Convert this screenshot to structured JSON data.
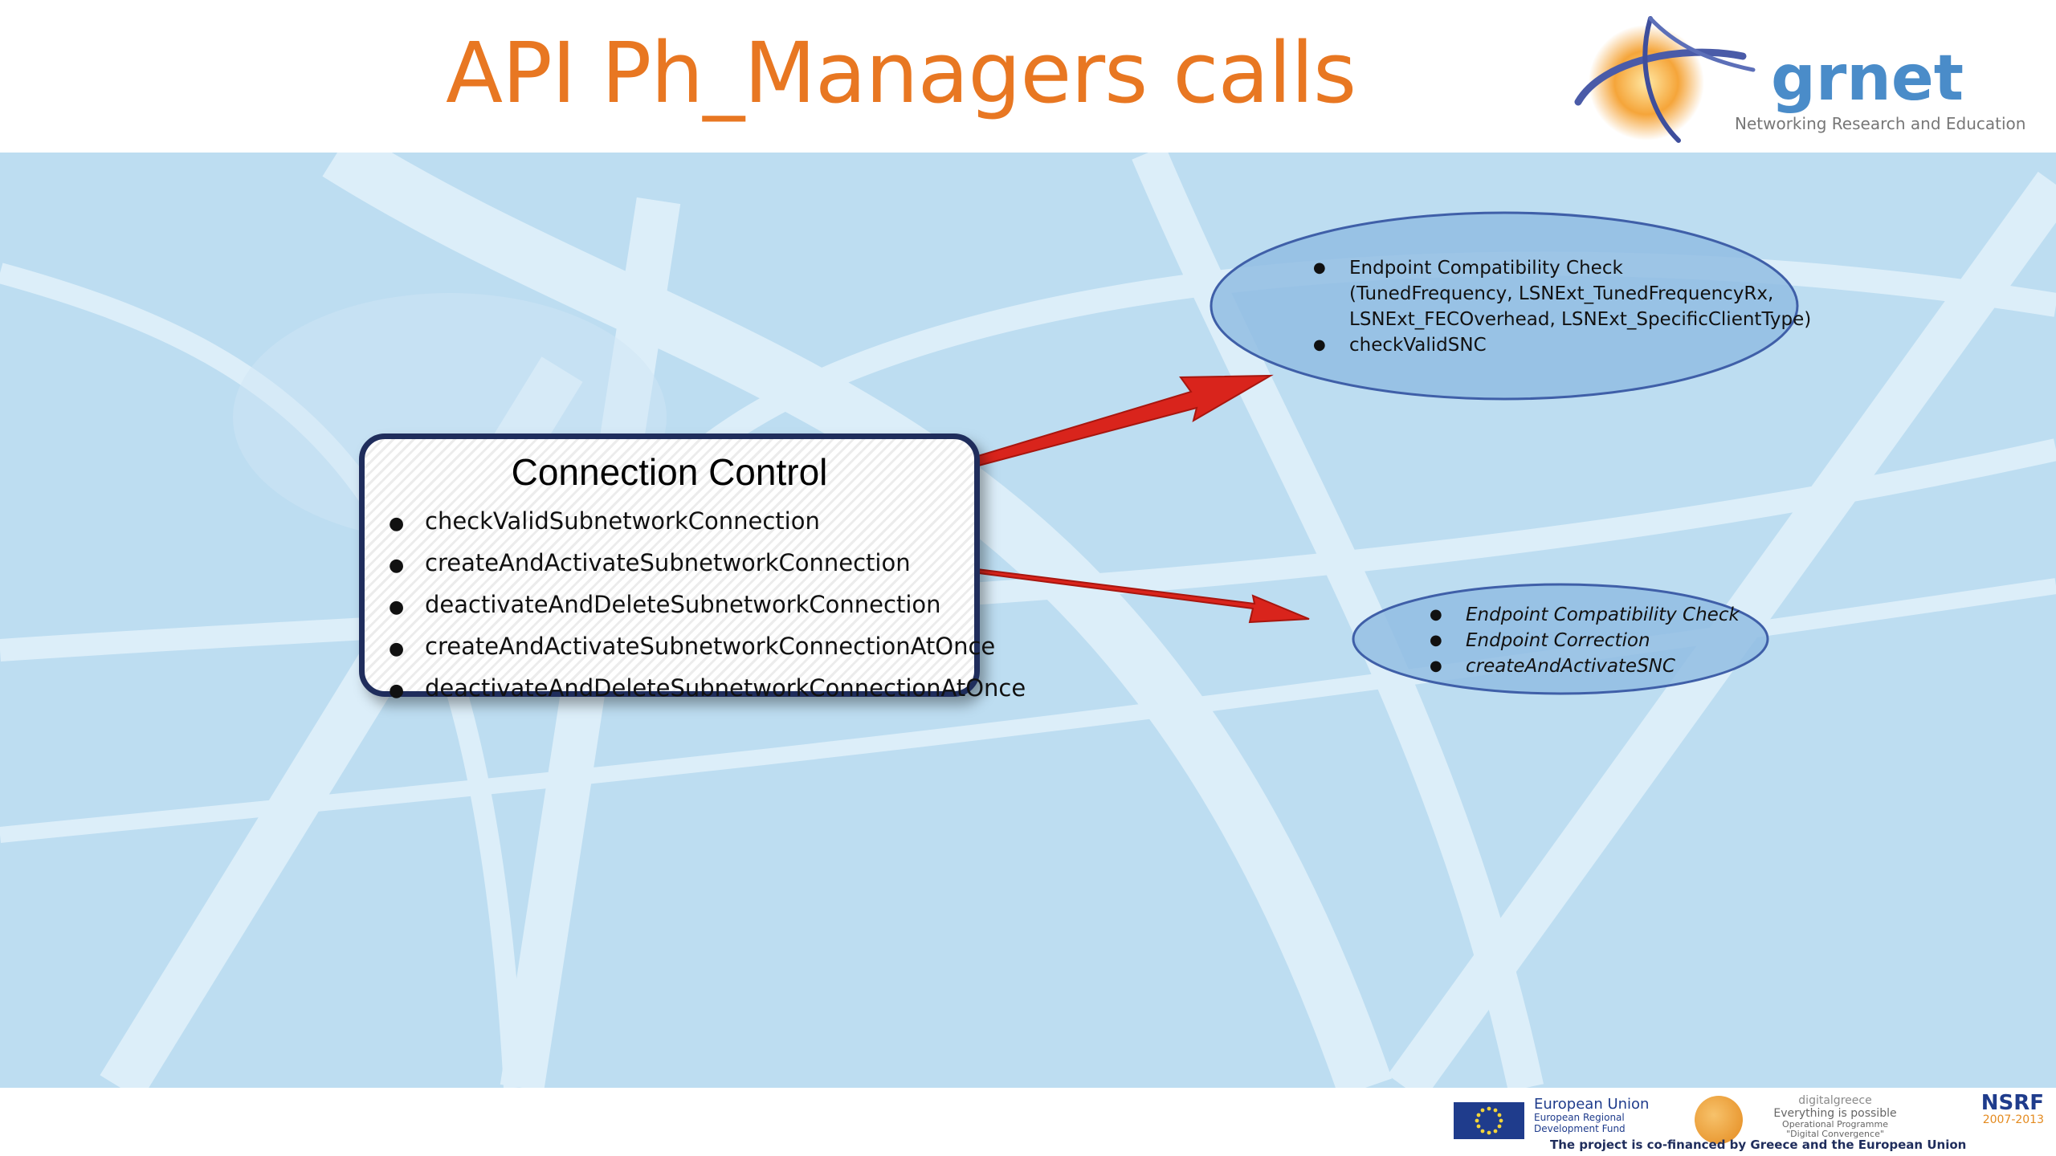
{
  "slide": {
    "title": "API Ph_Managers calls"
  },
  "logo": {
    "word": "grnet",
    "subtitle": "Networking Research and Education"
  },
  "connection_control": {
    "title": "Connection Control",
    "items": [
      "checkValidSubnetworkConnection",
      "createAndActivateSubnetworkConnection",
      "deactivateAndDeleteSubnetworkConnection",
      "createAndActivateSubnetworkConnectionAtOnce",
      "deactivateAndDeleteSubnetworkConnectionAtOnce"
    ]
  },
  "ellipse_top": {
    "items": [
      {
        "lines": [
          "Endpoint Compatibility Check",
          "(TunedFrequency, LSNExt_TunedFrequencyRx,",
          "LSNExt_FECOverhead, LSNExt_SpecificClientType)"
        ]
      },
      {
        "lines": [
          "checkValidSNC"
        ]
      }
    ]
  },
  "ellipse_bottom": {
    "items": [
      "Endpoint Compatibility Check",
      "Endpoint Correction",
      "createAndActivateSNC"
    ]
  },
  "footer": {
    "eu_title": "European Union",
    "eu_sub_1": "European Regional",
    "eu_sub_2": "Development Fund",
    "dg_title": "digitalgreece",
    "dg_tagline": "Everything is possible",
    "dg_sub_1": "Operational Programme",
    "dg_sub_2": "\"Digital Convergence\"",
    "nsrf_title": "NSRF",
    "nsrf_years": "2007-2013",
    "note": "The project is co-financed by Greece and the European Union"
  },
  "colors": {
    "title": "#E87722",
    "background": "#BDDDF1",
    "box_border": "#1F2D5C",
    "ellipse_fill": "#92BDE3",
    "ellipse_stroke": "#3F5FA8",
    "arrow": "#D9241C"
  }
}
